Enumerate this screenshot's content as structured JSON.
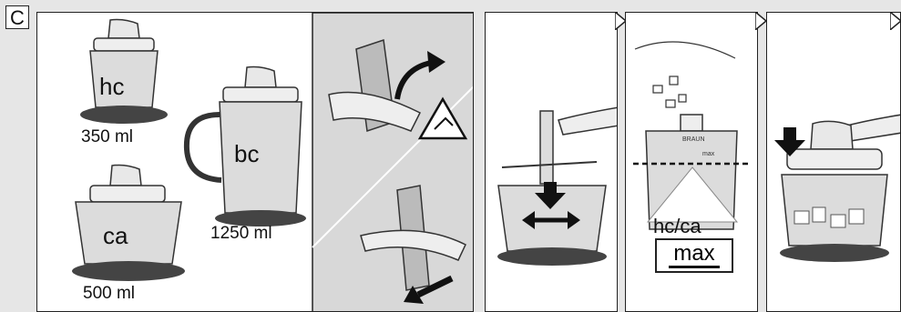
{
  "section": {
    "letter": "C"
  },
  "accessories": [
    {
      "code": "hc",
      "volume": "350 ml"
    },
    {
      "code": "bc",
      "volume": "1250 ml"
    },
    {
      "code": "ca",
      "volume": "500 ml"
    }
  ],
  "fill_step": {
    "brand": "BRAUN",
    "marker": "max",
    "bowls": "hc/ca",
    "max_label": "max"
  },
  "colors": {
    "background": "#e6e6e6",
    "panel": "#ffffff",
    "stroke": "#222222",
    "bowl": "#d4d4d4",
    "base": "#555555"
  },
  "icons": [
    "warning-sharp-blades-icon",
    "curved-arrow-icon",
    "push-down-arrow-icon",
    "rotate-arrows-icon",
    "dashed-max-line"
  ]
}
